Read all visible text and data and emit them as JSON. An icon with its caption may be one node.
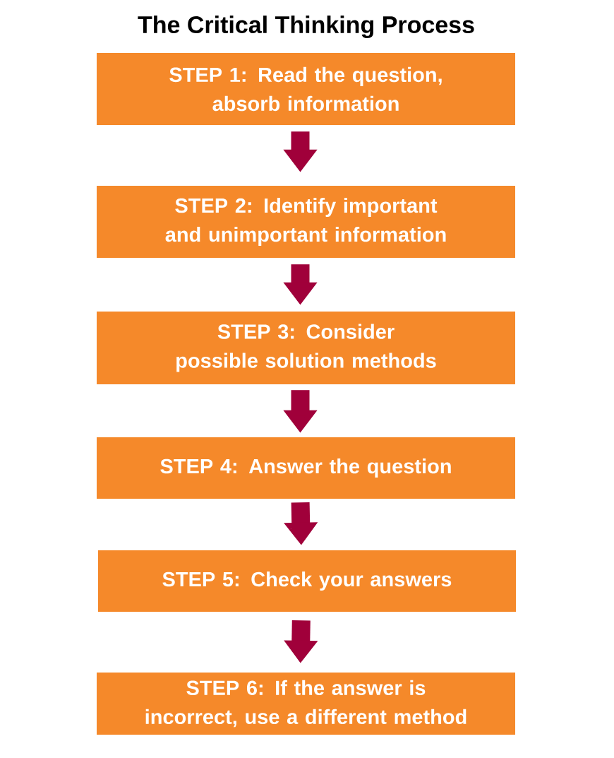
{
  "diagram": {
    "title": "The Critical Thinking Process",
    "nodes": [
      {
        "text": [
          "STEP 1: Read the question, absorb information"
        ]
      },
      {
        "text": [
          "STEP 2: Identify important and unimportant information"
        ]
      },
      {
        "text": [
          "STEP 3: Consider possible solution methods"
        ]
      },
      {
        "text": [
          "STEP 4: Answer the question"
        ]
      },
      {
        "text": [
          "STEP 5: Check your answers"
        ]
      },
      {
        "text": [
          "STEP 6: If the answer is incorrect, use a different method"
        ]
      }
    ],
    "edges": [
      {
        "from": 0,
        "to": 1,
        "arrow": "to"
      },
      {
        "from": 1,
        "to": 2,
        "arrow": "to"
      },
      {
        "from": 2,
        "to": 3,
        "arrow": "to"
      },
      {
        "from": 3,
        "to": 4,
        "arrow": "to"
      },
      {
        "from": 4,
        "to": 5,
        "arrow": "to"
      }
    ]
  }
}
